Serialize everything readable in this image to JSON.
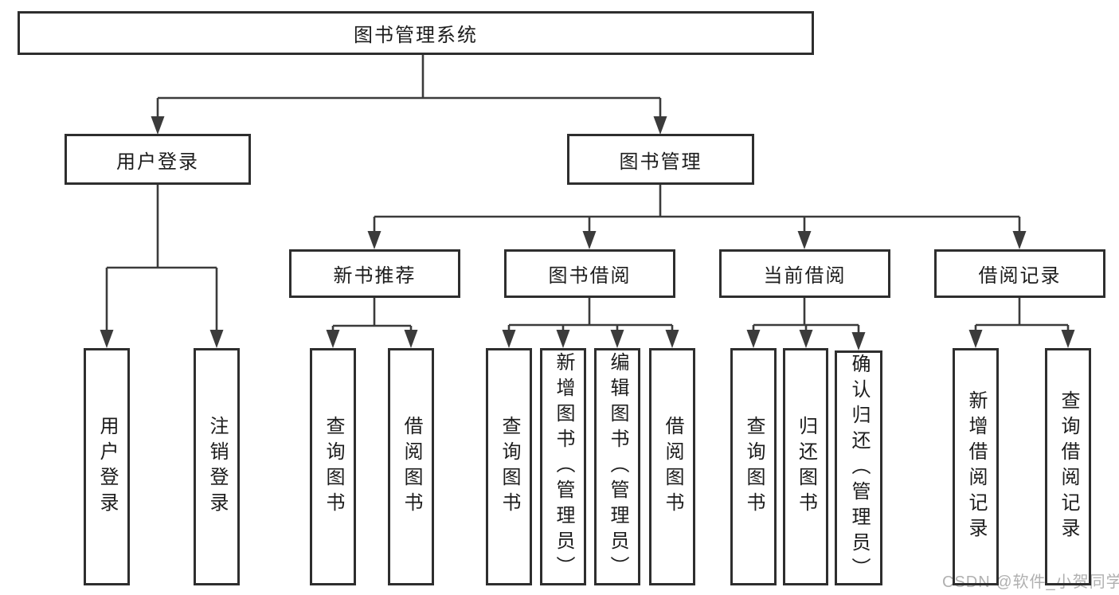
{
  "diagram": {
    "root": {
      "label": "图书管理系统"
    },
    "branches": [
      {
        "label": "用户登录",
        "leaves": [
          "用户登录",
          "注销登录"
        ]
      },
      {
        "label": "图书管理",
        "children": [
          {
            "label": "新书推荐",
            "leaves": [
              "查询图书",
              "借阅图书"
            ]
          },
          {
            "label": "图书借阅",
            "leaves": [
              "查询图书",
              "新增图书（管理员）",
              "编辑图书（管理员）",
              "借阅图书"
            ]
          },
          {
            "label": "当前借阅",
            "leaves": [
              "查询图书",
              "归还图书",
              "确认归还（管理员）"
            ]
          },
          {
            "label": "借阅记录",
            "leaves": [
              "新增借阅记录",
              "查询借阅记录"
            ]
          }
        ]
      }
    ],
    "watermark": "CSDN @软件_小贺同学",
    "colors": {
      "line": "#3b3b3b",
      "box_border": "#2e2e2e",
      "text": "#1c1c1c",
      "watermark": "#b0b0b0",
      "background": "#ffffff"
    }
  }
}
